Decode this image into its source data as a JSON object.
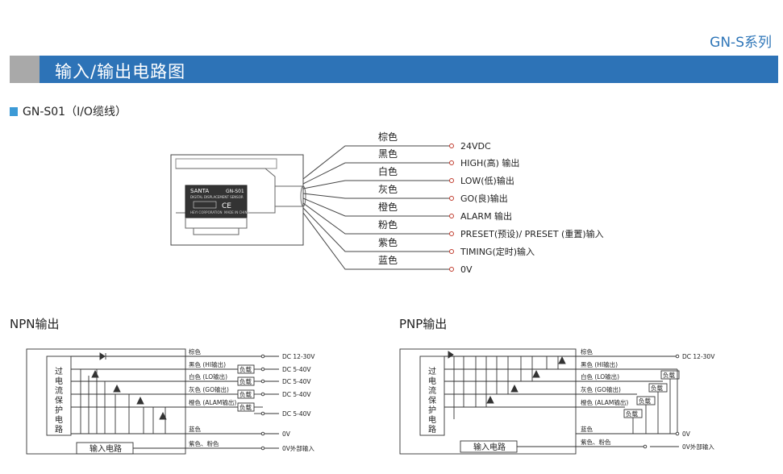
{
  "series_label": "GN-S系列",
  "section_title": "输入/输出电路图",
  "subsection_title": "GN-S01（I/O缆线）",
  "cable": {
    "colors": [
      "棕色",
      "黑色",
      "白色",
      "灰色",
      "橙色",
      "粉色",
      "紫色",
      "蓝色"
    ],
    "functions": [
      "24VDC",
      "HIGH(高) 输出",
      "LOW(低)输出",
      "GO(良)输出",
      "ALARM 输出",
      "PRESET(预设)/ PRESET (重置)输入",
      "TIMING(定时)输入",
      "0V"
    ]
  },
  "device": {
    "brand": "SANTA",
    "model": "GN-S01",
    "line1": "DIGITAL DISPLACEMENT SENSOR",
    "mark": "CE",
    "corp": "HEYI CORPORATION",
    "origin": "MADE IN CHINA"
  },
  "npn": {
    "title": "NPN输出",
    "protect_label": [
      "过",
      "电",
      "流",
      "保",
      "护",
      "电",
      "路"
    ],
    "input_label": "输入电路",
    "wires": [
      "棕色",
      "黑色 (HI输出)",
      "白色 (LO输出)",
      "灰色 (GO输出)",
      "橙色 (ALAM输出)",
      "蓝色",
      "紫色、粉色"
    ],
    "loads": [
      "负载",
      "负载",
      "负载",
      "负载"
    ],
    "right_labels": [
      "DC 12-30V",
      "DC 5-40V",
      "DC 5-40V",
      "DC 5-40V",
      "DC 5-40V",
      "0V",
      "0V外部输入"
    ]
  },
  "pnp": {
    "title": "PNP输出",
    "protect_label": [
      "过",
      "电",
      "流",
      "保",
      "护",
      "电",
      "路"
    ],
    "input_label": "输入电路",
    "wires": [
      "棕色",
      "黑色 (HI输出)",
      "白色 (LO输出)",
      "灰色 (GO输出)",
      "橙色 (ALAM输出)",
      "蓝色",
      "紫色、粉色"
    ],
    "loads": [
      "负载",
      "负载",
      "负载",
      "负载"
    ],
    "right_labels": [
      "DC 12-30V",
      "0V",
      "0V外部输入"
    ]
  }
}
